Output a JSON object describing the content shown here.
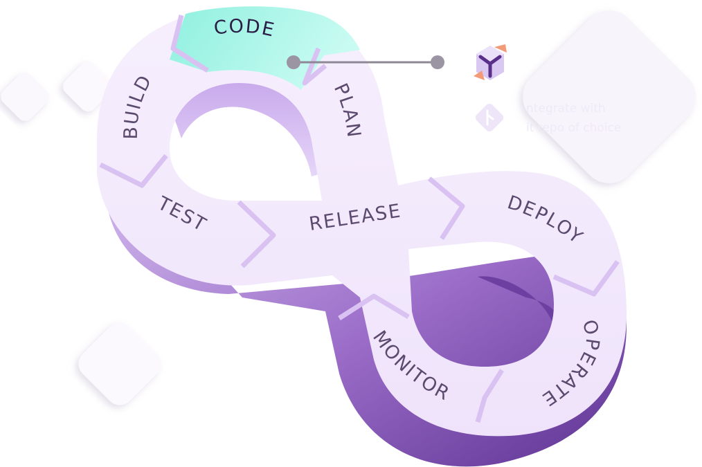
{
  "diagram": {
    "active_stage": "CODE",
    "stages": [
      {
        "key": "code",
        "label": "CODE"
      },
      {
        "key": "plan",
        "label": "PLAN"
      },
      {
        "key": "build",
        "label": "BUILD"
      },
      {
        "key": "test",
        "label": "TEST"
      },
      {
        "key": "release",
        "label": "RELEASE"
      },
      {
        "key": "deploy",
        "label": "DEPLOY"
      },
      {
        "key": "operate",
        "label": "OPERATE"
      },
      {
        "key": "monitor",
        "label": "MONITOR"
      }
    ]
  },
  "callout": {
    "primary_icon": "cube-logo-icon",
    "secondary_icon": "git-branch-icon",
    "line1": "ntegrate with",
    "line2": "it repo of choice"
  },
  "colors": {
    "surface": "#f1e6fb",
    "band_dark": "#6d3fa0",
    "band_light": "#cfb4ee",
    "active": "#a9f5ea",
    "label": "#5b4a6e",
    "connector": "#8e8796",
    "accent_purple": "#6a3d9c",
    "accent_orange": "#f39a77"
  }
}
